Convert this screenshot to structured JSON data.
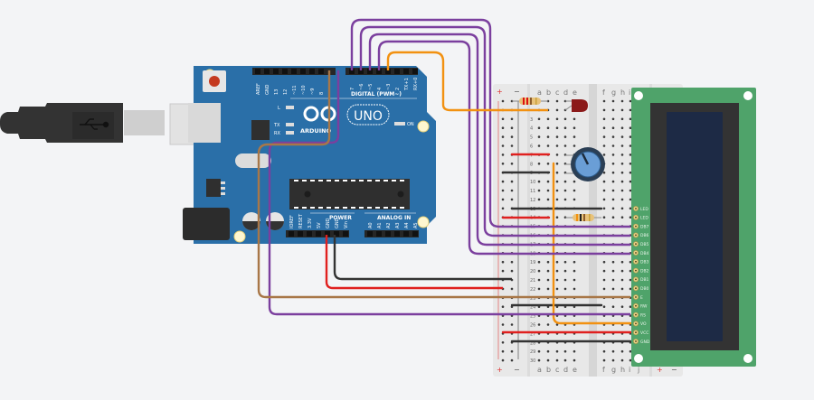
{
  "canvas": {
    "background": "#f3f4f6"
  },
  "arduino": {
    "model_label": "UNO",
    "brand_label": "ARDUINO",
    "digital_label": "DIGITAL (PWM~)",
    "power_label": "POWER",
    "analog_label": "ANALOG IN",
    "on_label": "ON",
    "led_labels": [
      "L",
      "TX",
      "RX"
    ],
    "top_left_pins": [
      "AREF",
      "GND",
      "13",
      "12",
      "~11",
      "~10",
      "~9",
      "8"
    ],
    "top_right_pins": [
      "7",
      "~6",
      "~5",
      "4",
      "~3",
      "2",
      "TX+1",
      "RX+0"
    ],
    "power_pins": [
      "IOREF",
      "RESET",
      "3.3V",
      "5V",
      "GND",
      "GND",
      "Vin"
    ],
    "analog_pins": [
      "A0",
      "A1",
      "A2",
      "A3",
      "A4",
      "A5"
    ],
    "board_color": "#2a6fa8"
  },
  "breadboard": {
    "rail_plus": "+",
    "rail_minus": "−",
    "columns_left": [
      "a",
      "b",
      "c",
      "d",
      "e"
    ],
    "columns_right": [
      "f",
      "g",
      "h",
      "i",
      "j"
    ],
    "rows": 30
  },
  "lcd": {
    "pins": [
      "LED",
      "LED",
      "DB7",
      "DB6",
      "DB5",
      "DB4",
      "DB3",
      "DB2",
      "DB1",
      "DB0",
      "E",
      "RW",
      "RS",
      "VO",
      "VCC",
      "GND"
    ],
    "board_color": "#4fa36a",
    "screen_color": "#1d2a45"
  },
  "wire_colors": {
    "purple": "#7b3f9e",
    "orange": "#f29111",
    "red": "#e0201f",
    "black": "#333333",
    "brown": "#a87748"
  },
  "components": {
    "led": {
      "color": "#8b1a1a"
    },
    "potentiometer": {
      "color": "#6a9ed6"
    },
    "usb_cable": {
      "icon": "usb-icon"
    }
  }
}
